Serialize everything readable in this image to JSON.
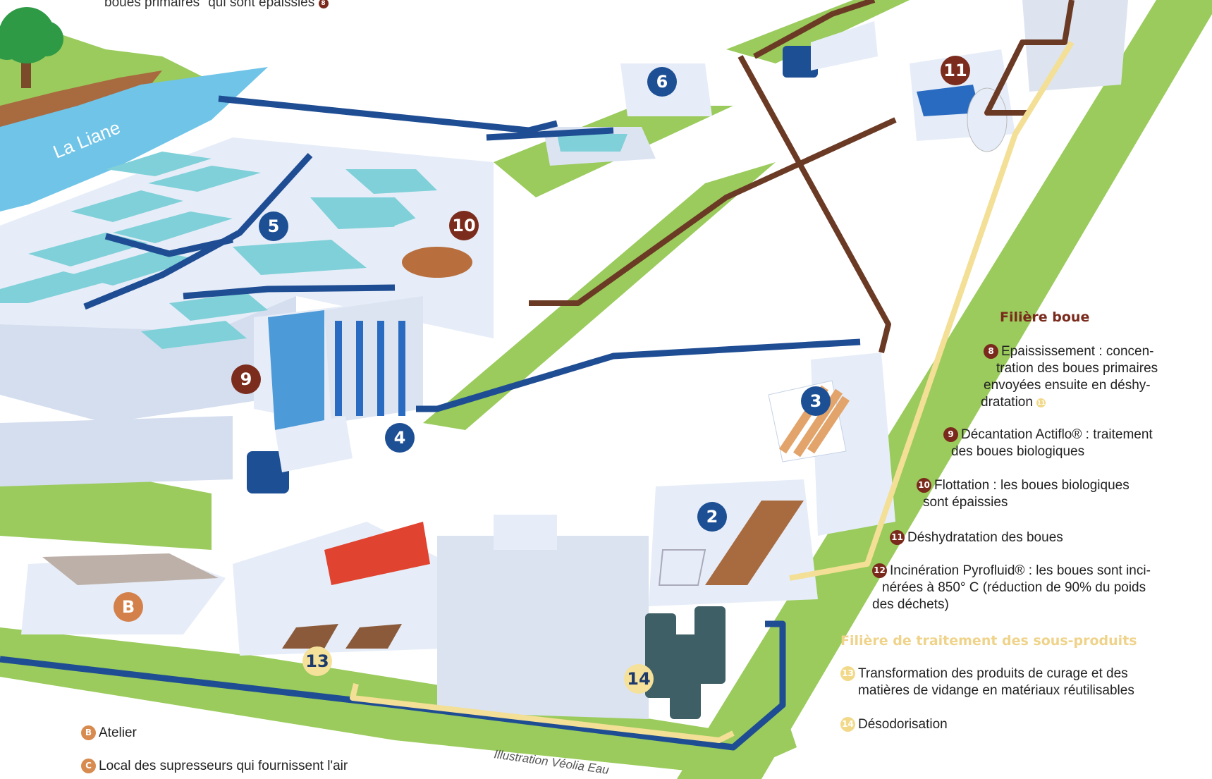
{
  "river": {
    "label": "La Liane"
  },
  "top_fragment": {
    "text": "boues primaires\" qui sont épaissies",
    "ref": "8"
  },
  "markers": [
    {
      "id": "m2",
      "label": "2",
      "style": "blue"
    },
    {
      "id": "m3",
      "label": "3",
      "style": "blue"
    },
    {
      "id": "m4",
      "label": "4",
      "style": "blue"
    },
    {
      "id": "m5",
      "label": "5",
      "style": "blue"
    },
    {
      "id": "m6",
      "label": "6",
      "style": "blue"
    },
    {
      "id": "m9",
      "label": "9",
      "style": "brown"
    },
    {
      "id": "m10",
      "label": "10",
      "style": "brown"
    },
    {
      "id": "m11",
      "label": "11",
      "style": "brown"
    },
    {
      "id": "m13",
      "label": "13",
      "style": "yellow"
    },
    {
      "id": "m14",
      "label": "14",
      "style": "yellow"
    },
    {
      "id": "mB",
      "label": "B",
      "style": "orange"
    }
  ],
  "colors": {
    "water_line": "#1f4d93",
    "sludge_line": "#6b3a25",
    "byproduct_line": "#f3df95",
    "ground": "#9acb5c",
    "building": "#e6edf8",
    "river": "#6fc4e8",
    "blue_marker": "#1d4f94",
    "brown_marker": "#7b2c1c",
    "yellow_marker": "#f5e19a",
    "orange_marker": "#d3804a"
  },
  "filiere_boue": {
    "title": "Filière boue",
    "items": [
      {
        "num": "8",
        "text": "Epaississement : concentration des boues primaires envoyées ensuite en déshydratation",
        "ref": "11",
        "lines": [
          "Epaississement : concen-",
          "tration des boues primaires",
          "envoyées ensuite en déshy-",
          "dratation"
        ]
      },
      {
        "num": "9",
        "lines": [
          "Décantation Actiflo® : traitement",
          "des boues biologiques"
        ]
      },
      {
        "num": "10",
        "lines": [
          "Flottation : les boues biologiques",
          "sont épaissies"
        ]
      },
      {
        "num": "11",
        "lines": [
          "Déshydratation des boues"
        ]
      },
      {
        "num": "12",
        "lines": [
          "Incinération Pyrofluid® : les boues sont inci-",
          "nérées à 850° C (réduction de 90% du poids",
          "des déchets)"
        ]
      }
    ]
  },
  "filiere_sous_produits": {
    "title": "Filière de traitement des sous-produits",
    "items": [
      {
        "num": "13",
        "lines": [
          "Transformation des produits de curage et des",
          "matières de vidange en matériaux réutilisables"
        ]
      },
      {
        "num": "14",
        "lines": [
          "Désodorisation"
        ]
      }
    ]
  },
  "bottom_legend": [
    {
      "num": "B",
      "text": "Atelier"
    },
    {
      "num": "C",
      "text": "Local des supresseurs qui fournissent l'air"
    }
  ],
  "credit": "Illustration Véolia Eau"
}
